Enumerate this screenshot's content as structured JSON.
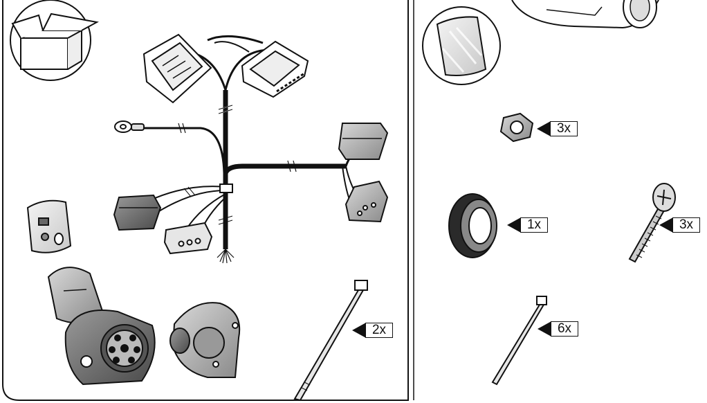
{
  "labels": {
    "wire_tie_kit": "2x",
    "nut": "3x",
    "grommet": "1x",
    "screw": "3x",
    "wire_tie_vehicle": "6x"
  }
}
